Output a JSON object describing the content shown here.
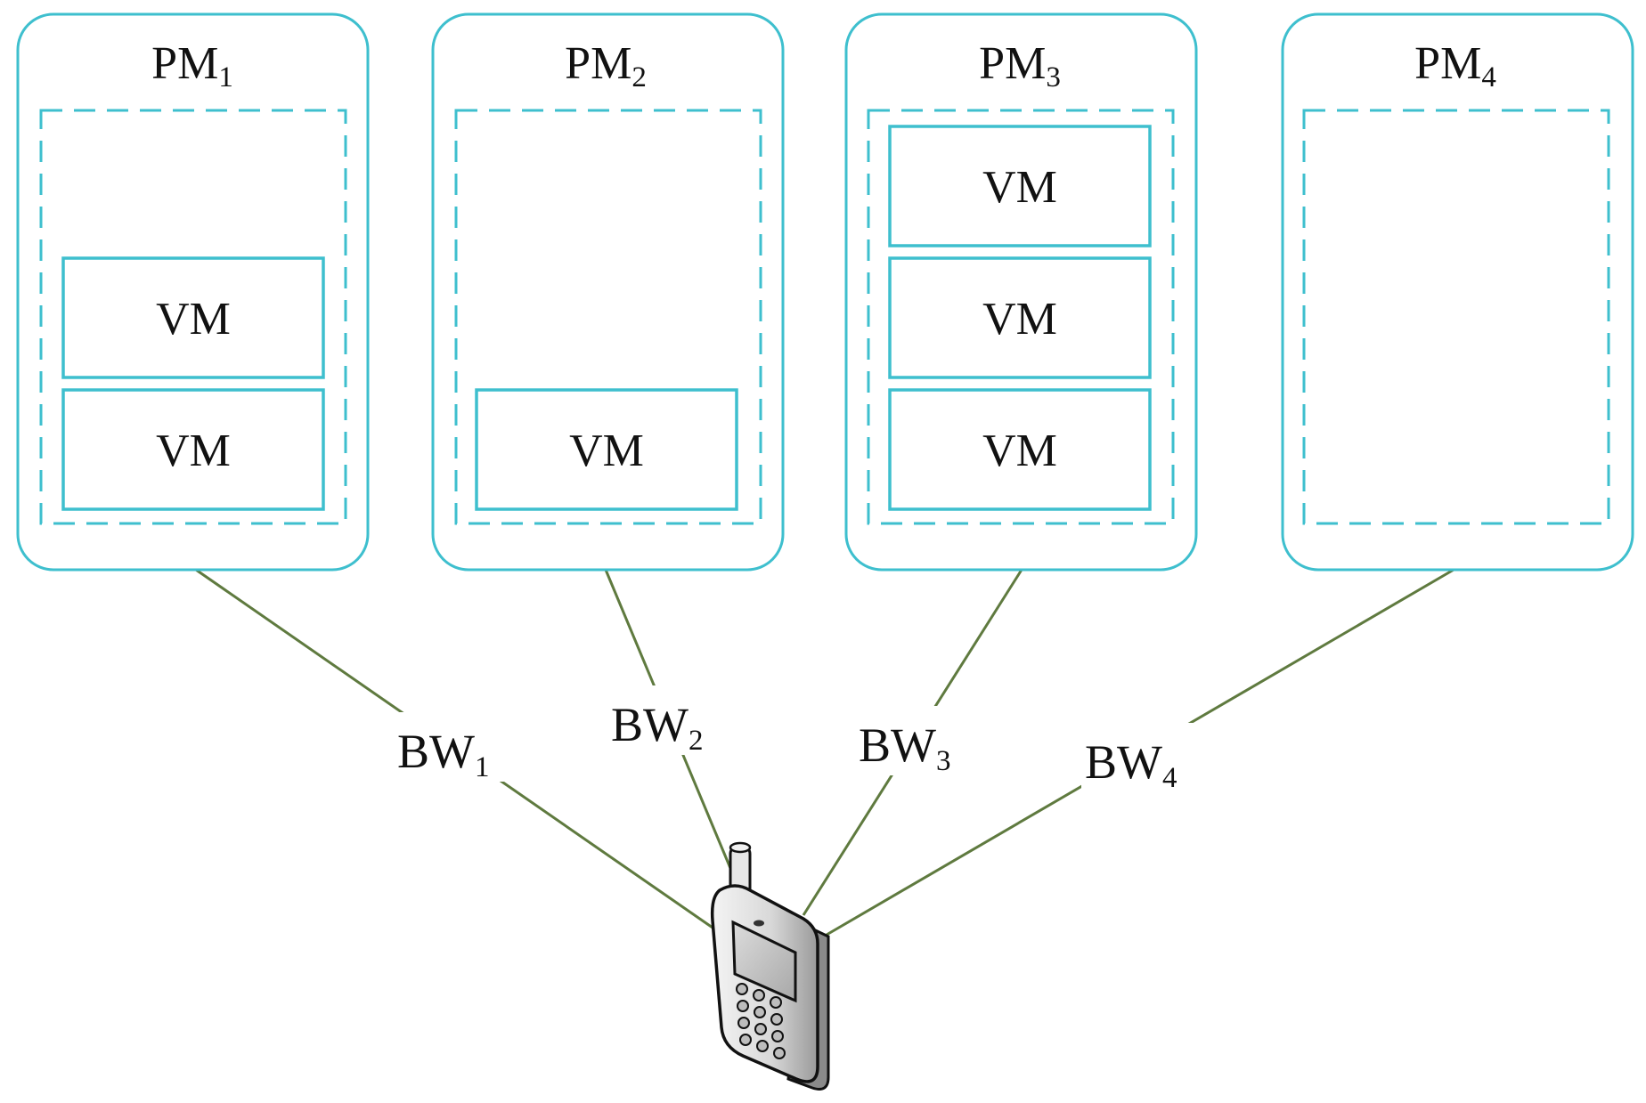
{
  "colors": {
    "box_stroke": "#3ebfce",
    "link_stroke": "#5f7a3f",
    "text": "#111111"
  },
  "pms": [
    {
      "base": "PM",
      "sub": "1",
      "vms": [
        "VM",
        "VM"
      ]
    },
    {
      "base": "PM",
      "sub": "2",
      "vms": [
        "VM"
      ]
    },
    {
      "base": "PM",
      "sub": "3",
      "vms": [
        "VM",
        "VM",
        "VM"
      ]
    },
    {
      "base": "PM",
      "sub": "4",
      "vms": []
    }
  ],
  "links": [
    {
      "base": "BW",
      "sub": "1"
    },
    {
      "base": "BW",
      "sub": "2"
    },
    {
      "base": "BW",
      "sub": "3"
    },
    {
      "base": "BW",
      "sub": "4"
    }
  ],
  "device": {
    "icon": "mobile-phone-icon"
  }
}
